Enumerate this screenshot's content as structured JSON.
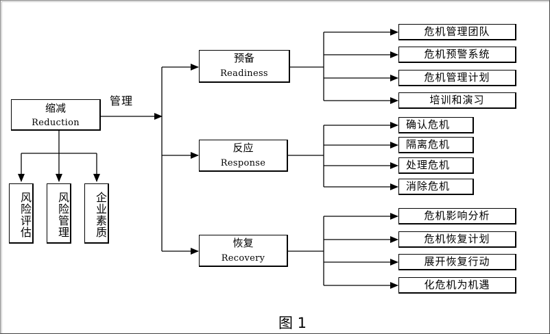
{
  "root": {
    "zh": "缩减",
    "en": "Reduction"
  },
  "edge_label": "管理",
  "sub_items": [
    "风险评估",
    "风险管理",
    "企业素质"
  ],
  "branches": [
    {
      "zh": "预备",
      "en": "Readiness",
      "items": [
        "危机管理团队",
        "危机预警系统",
        "危机管理计划",
        "培训和演习"
      ]
    },
    {
      "zh": "反应",
      "en": "Response",
      "items": [
        "确认危机",
        "隔离危机",
        "处理危机",
        "消除危机"
      ]
    },
    {
      "zh": "恢复",
      "en": "Recovery",
      "items": [
        "危机影响分析",
        "危机恢复计划",
        "展开恢复行动",
        "化危机为机遇"
      ]
    }
  ],
  "caption": "图 1"
}
